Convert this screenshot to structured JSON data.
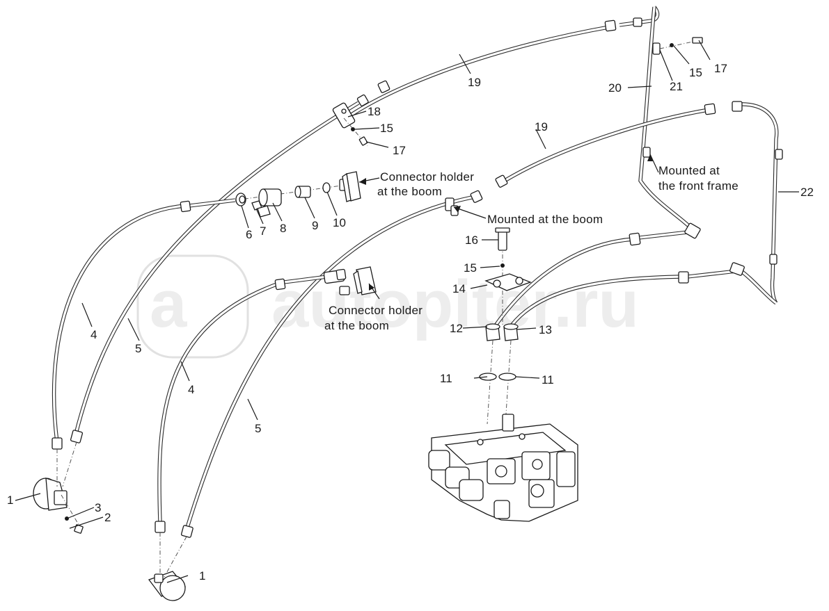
{
  "watermark": {
    "text": "autopiter.ru"
  },
  "notes": {
    "connector_holder_top": [
      "Connector holder",
      "at the boom"
    ],
    "connector_holder_mid": [
      "Connector holder",
      "at the boom"
    ],
    "mounted_boom": "Mounted at the boom",
    "mounted_front_frame": [
      "Mounted at",
      "the front frame"
    ]
  },
  "callouts": {
    "c1a": "1",
    "c1b": "1",
    "c2": "2",
    "c3": "3",
    "c4a": "4",
    "c4b": "4",
    "c5a": "5",
    "c5b": "5",
    "c6": "6",
    "c7": "7",
    "c8": "8",
    "c9": "9",
    "c10": "10",
    "c11a": "11",
    "c11b": "11",
    "c12": "12",
    "c13": "13",
    "c14": "14",
    "c15a": "15",
    "c15b": "15",
    "c15c": "15",
    "c16": "16",
    "c17a": "17",
    "c17b": "17",
    "c18": "18",
    "c19a": "19",
    "c19b": "19",
    "c20": "20",
    "c21": "21",
    "c22": "22"
  }
}
